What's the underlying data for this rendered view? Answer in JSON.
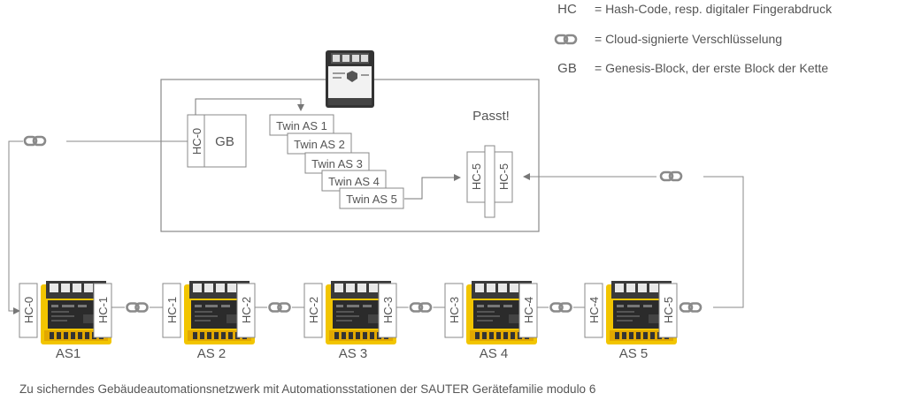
{
  "legend": [
    {
      "abbr": "HC",
      "desc": "= Hash-Code, resp. digitaler Fingerabdruck"
    },
    {
      "abbr": "",
      "desc": "= Cloud-signierte Verschlüsselung",
      "icon": "chain-link-icon"
    },
    {
      "abbr": "GB",
      "desc": "= Genesis-Block, der erste Block der Kette"
    }
  ],
  "cloud_box": {
    "hc_label": "HC-0",
    "gb_label": "GB",
    "twins": [
      "Twin AS 1",
      "Twin AS 2",
      "Twin AS 3",
      "Twin AS 4",
      "Twin AS 5"
    ],
    "passt": "Passt!",
    "compare_left": "HC-5",
    "compare_right": "HC-5"
  },
  "stations": [
    {
      "name": "AS1",
      "hc_in": "HC-0",
      "hc_out": "HC-1"
    },
    {
      "name": "AS 2",
      "hc_in": "HC-1",
      "hc_out": "HC-2"
    },
    {
      "name": "AS 3",
      "hc_in": "HC-2",
      "hc_out": "HC-3"
    },
    {
      "name": "AS 4",
      "hc_in": "HC-3",
      "hc_out": "HC-4"
    },
    {
      "name": "AS 5",
      "hc_in": "HC-4",
      "hc_out": "HC-5"
    }
  ],
  "caption": "Zu sicherndes Gebäudeautomationsnetzwerk mit Automationsstationen der SAUTER Gerätefamilie modulo 6",
  "colors": {
    "device_yellow": "#f2c500",
    "line": "#777777",
    "device_dark": "#2b2b2b"
  }
}
